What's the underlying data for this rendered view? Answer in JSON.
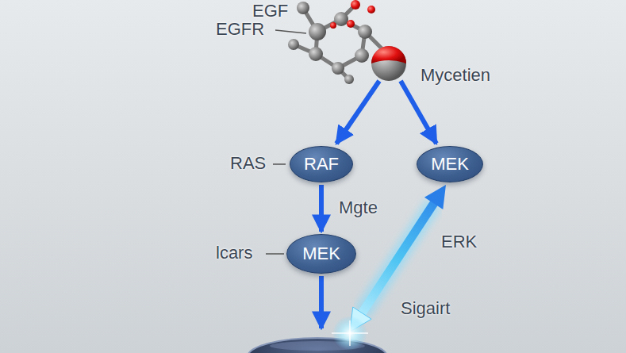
{
  "diagram": {
    "nodes": [
      {
        "text": [
          "RAF"
        ]
      },
      {
        "text": [
          "MEK"
        ]
      },
      {
        "text": [
          "MEK"
        ]
      }
    ],
    "edges": [
      {
        "from": 0,
        "to": 2,
        "arrow": "to",
        "label": "Mgte"
      }
    ],
    "labels": [
      "EGF",
      "EGFR",
      "Mycetien",
      "RAS",
      "lcars",
      "ERK",
      "Sigairt"
    ]
  }
}
